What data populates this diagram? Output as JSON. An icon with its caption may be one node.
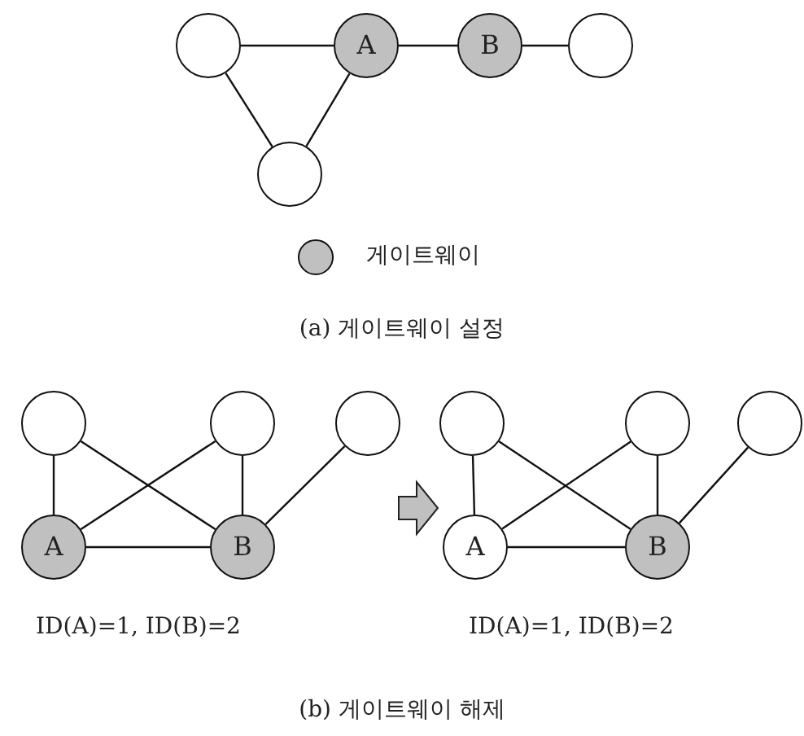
{
  "diagram": {
    "nodes": [
      {
        "text": [],
        "shape": "circle"
      },
      {
        "text": [
          "A"
        ]
      },
      {
        "text": [
          "B"
        ]
      },
      {
        "text": [],
        "shape": "circle"
      },
      {
        "text": [],
        "shape": "circle"
      },
      {
        "text": [],
        "shape": "picture"
      },
      {
        "text": [],
        "shape": "circle",
        "in": 5
      },
      {
        "text": [],
        "shape": "circle",
        "in": 5
      },
      {
        "text": [],
        "shape": "circle",
        "in": 5
      },
      {
        "text": [
          "A"
        ],
        "in": 5
      },
      {
        "text": [
          "B"
        ],
        "in": 5
      },
      {
        "text": [],
        "shape": "picture"
      },
      {
        "text": [],
        "shape": "circle",
        "in": 11
      },
      {
        "text": [],
        "shape": "circle",
        "in": 11
      },
      {
        "text": [],
        "shape": "circle",
        "in": 11
      },
      {
        "text": [
          "A"
        ],
        "in": 11
      },
      {
        "text": [
          "B"
        ],
        "in": 11
      }
    ],
    "edges": [
      {
        "from": 0,
        "to": 1,
        "arrow": "none"
      },
      {
        "from": 1,
        "to": 2,
        "arrow": "none"
      },
      {
        "from": 2,
        "to": 3,
        "arrow": "none"
      },
      {
        "from": 0,
        "to": 4,
        "arrow": "none"
      },
      {
        "from": 1,
        "to": 4,
        "arrow": "none"
      },
      {
        "from": 6,
        "to": 9,
        "arrow": "none"
      },
      {
        "from": 6,
        "to": 10,
        "arrow": "none"
      },
      {
        "from": 7,
        "to": 9,
        "arrow": "none"
      },
      {
        "from": 7,
        "to": 10,
        "arrow": "none"
      },
      {
        "from": 8,
        "to": 10,
        "arrow": "none"
      },
      {
        "from": 9,
        "to": 10,
        "arrow": "none"
      },
      {
        "from": 5,
        "to": 11,
        "arrow": "to"
      },
      {
        "from": 12,
        "to": 15,
        "arrow": "none"
      },
      {
        "from": 12,
        "to": 16,
        "arrow": "none"
      },
      {
        "from": 13,
        "to": 15,
        "arrow": "none"
      },
      {
        "from": 13,
        "to": 16,
        "arrow": "none"
      },
      {
        "from": 14,
        "to": 16,
        "arrow": "none"
      },
      {
        "from": 15,
        "to": 16,
        "arrow": "none"
      }
    ],
    "labels": [
      "(a) 게이트웨이 설정",
      "ID(A)=1, ID(B)=2",
      "ID(A)=1, ID(B)=2",
      "(b) 게이트웨이 해제"
    ],
    "legend": [
      {
        "text": "게이트웨이",
        "color": "#c0c0c0"
      }
    ]
  }
}
